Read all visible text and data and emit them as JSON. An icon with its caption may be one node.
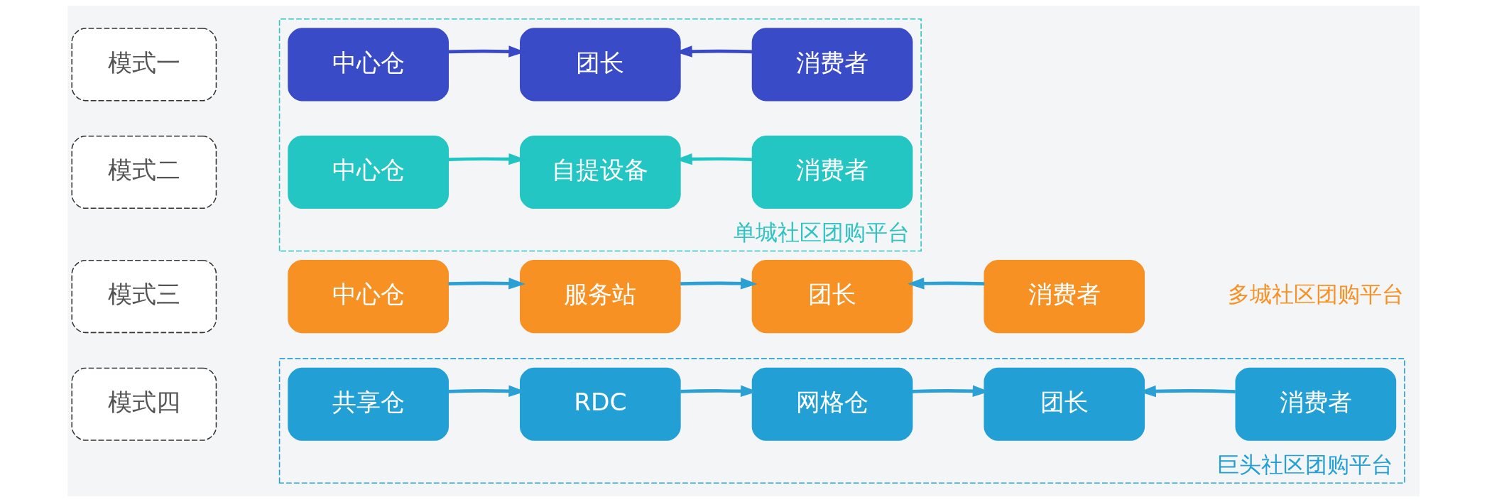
{
  "diagram": {
    "nodes": [
      {
        "text": [
          "模式一"
        ]
      },
      {
        "text": [
          "单城社区团购平台"
        ]
      },
      {
        "text": [
          "中心仓"
        ],
        "in": 1
      },
      {
        "text": [
          "团长"
        ],
        "in": 1
      },
      {
        "text": [
          "消费者"
        ],
        "in": 1
      },
      {
        "text": [
          "模式二"
        ]
      },
      {
        "text": [
          "中心仓"
        ],
        "in": 1
      },
      {
        "text": [
          "自提设备"
        ],
        "in": 1
      },
      {
        "text": [
          "消费者"
        ],
        "in": 1
      },
      {
        "text": [
          "模式三"
        ]
      },
      {
        "text": [
          "中心仓"
        ]
      },
      {
        "text": [
          "服务站"
        ]
      },
      {
        "text": [
          "团长"
        ]
      },
      {
        "text": [
          "消费者"
        ]
      },
      {
        "text": [
          "模式四"
        ]
      },
      {
        "text": [
          "巨头社区团购平台"
        ]
      },
      {
        "text": [
          "共享仓"
        ],
        "in": 15
      },
      {
        "text": [
          "RDC"
        ],
        "in": 15
      },
      {
        "text": [
          "网格仓"
        ],
        "in": 15
      },
      {
        "text": [
          "团长"
        ],
        "in": 15
      },
      {
        "text": [
          "消费者"
        ],
        "in": 15
      }
    ],
    "edges": [
      {
        "from": 2,
        "to": 3,
        "arrow": "to",
        "color": "#3949c6"
      },
      {
        "from": 4,
        "to": 3,
        "arrow": "to",
        "color": "#3949c6"
      },
      {
        "from": 6,
        "to": 7,
        "arrow": "to",
        "color": "#22c3c3"
      },
      {
        "from": 8,
        "to": 7,
        "arrow": "to",
        "color": "#22c3c3"
      },
      {
        "from": 10,
        "to": 11,
        "arrow": "to"
      },
      {
        "from": 11,
        "to": 12,
        "arrow": "to"
      },
      {
        "from": 13,
        "to": 12,
        "arrow": "to"
      },
      {
        "from": 16,
        "to": 17,
        "arrow": "to"
      },
      {
        "from": 17,
        "to": 18,
        "arrow": "to"
      },
      {
        "from": 18,
        "to": 19,
        "arrow": "to"
      },
      {
        "from": 20,
        "to": 19,
        "arrow": "to"
      }
    ],
    "labels": [
      "多城社区团购平台"
    ]
  }
}
